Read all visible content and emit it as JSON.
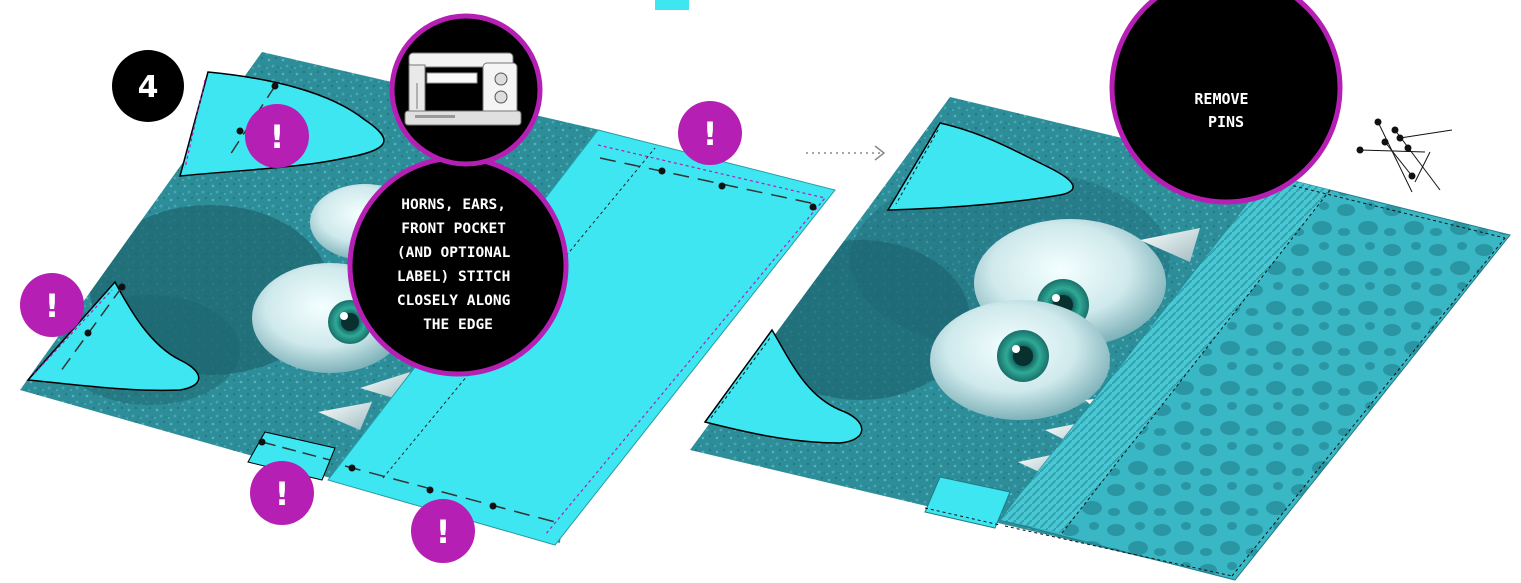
{
  "step": {
    "number": "4"
  },
  "left_callout": {
    "lines": [
      "HORNS, EARS,",
      "FRONT POCKET",
      "(AND OPTIONAL",
      "LABEL) STITCH",
      "CLOSELY ALONG",
      "THE EDGE"
    ],
    "icon": "sewing-machine-icon"
  },
  "right_callout": {
    "lines": [
      "REMOVE",
      "PINS"
    ],
    "icon": "pins-icon"
  },
  "attention_mark": "!",
  "colors": {
    "fabric_teal": "#2f8f9a",
    "fur_dark": "#1f6470",
    "cyan": "#3ee6f2",
    "magenta": "#b61fb4",
    "black": "#000000"
  }
}
